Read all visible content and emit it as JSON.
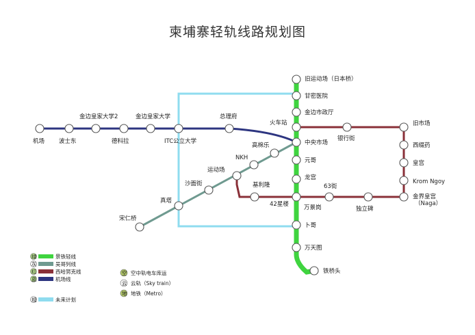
{
  "title": "柬埔寨轻轨线路规划图",
  "colors": {
    "green": "#3fd43f",
    "teal": "#6f9a90",
    "maroon": "#8a3038",
    "navy": "#2d3580",
    "cyan": "#8fdcef"
  },
  "stations": {
    "s_jichang": "机场",
    "s_boshidong": "波士东",
    "s_jinbian2": "金边皇家大学2",
    "s_delikang": "德科拉",
    "s_jinbian": "金边皇家大学",
    "s_itc": "ITC公立大学",
    "s_zonglifu": "总理府",
    "s_huochezhan": "火车站",
    "s_zhongyang": "中央市场",
    "s_jiuyundong": "旧运动场（日本桥）",
    "s_ganmu": "甘密医院",
    "s_shizhengting": "金边市政厅",
    "s_yinhang": "银行街",
    "s_jiushichang": "旧市场",
    "s_xicuo": "西缀药",
    "s_huanggong_r": "皇宫",
    "s_kromngoy": "Krom Ngoy",
    "s_naga": "金界皇宫\n（Naga）",
    "s_gaoshan": "高棉乐",
    "s_nkh": "NKH",
    "s_yundongchang": "运动场",
    "s_shaxiao": "沙面街",
    "s_zhenta": "真塔",
    "s_songren": "宋仁桥",
    "s_yuangou": "元哥",
    "s_longgong": "龙宫",
    "s_jilipeng": "基利隆",
    "s_63": "63街",
    "s_42": "42星楼",
    "s_wanjinggang": "万景岗",
    "s_duli": "独立碑",
    "s_xiage": "卜哥",
    "s_wantian": "万天图",
    "s_tieqiao": "铁桥头"
  },
  "legend": {
    "lines": [
      {
        "badge": "绿",
        "name": "景铁轻线",
        "color": "#3fd43f"
      },
      {
        "badge": "灰",
        "name": "吴哥列线",
        "color": "#6f9a90"
      },
      {
        "badge": "红",
        "name": "西哈努克线",
        "color": "#8a3038"
      },
      {
        "badge": "蓝",
        "name": "机场线",
        "color": "#2d3580"
      }
    ],
    "future": {
      "badge": "规",
      "name": "未来计划",
      "color": "#8fdcef"
    },
    "modes": [
      {
        "badge": "空",
        "name": "空中轨电车库运"
      },
      {
        "badge": "云",
        "name": "云轨（Sky train）"
      },
      {
        "badge": "地",
        "name": "地铁（Metro）"
      }
    ]
  }
}
